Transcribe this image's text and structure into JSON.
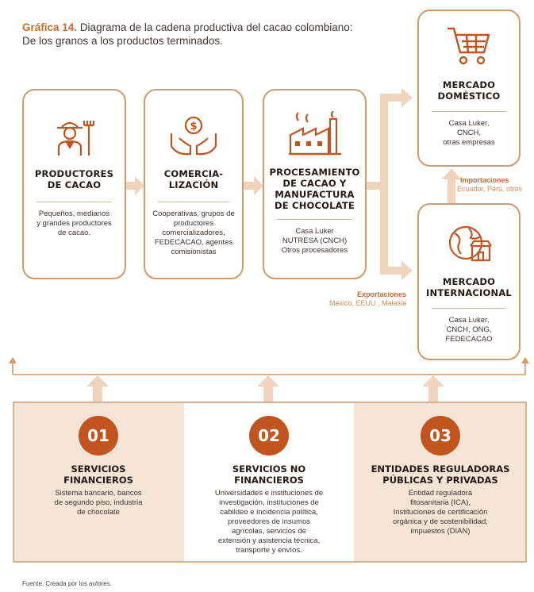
{
  "title": {
    "label": "Gráfica 14.",
    "line1": "Diagrama de la cadena productiva del cacao colombiano:",
    "line2": "De los granos a los productos terminados."
  },
  "colors": {
    "accent": "#c96b2c",
    "border": "#d59866",
    "arrow": "#efd3bd",
    "badge": "#c2551f",
    "band": "#f3e4d6"
  },
  "stages": [
    {
      "icon": "farmer-icon",
      "title": [
        "PRODUCTORES",
        "DE CACAO"
      ],
      "desc": [
        "Pequeños, medianos",
        "y grandes productores",
        "de cacao."
      ]
    },
    {
      "icon": "hands-money-icon",
      "title": [
        "COMERCIA-",
        "LIZACIÓN"
      ],
      "desc": [
        "Cooperativas, grupos de",
        "productores",
        "comercializadores,",
        "FEDECACAO, agentes",
        "comisionistas"
      ]
    },
    {
      "icon": "factory-icon",
      "title": [
        "PROCESAMIENTO",
        "DE CACAO Y",
        "MANUFACTURA",
        "DE CHOCOLATE"
      ],
      "desc": [
        "Casa Luker",
        "NUTRESA (CNCH)",
        "Otros procesadores"
      ]
    }
  ],
  "markets": [
    {
      "icon": "shopping-cart-icon",
      "title": [
        "MERCADO",
        "DOMÉSTICO"
      ],
      "desc": [
        "Casa Luker,",
        "CNCH,",
        "otras empresas"
      ]
    },
    {
      "icon": "globe-store-icon",
      "title": [
        "MERCADO",
        "INTERNACIONAL"
      ],
      "desc": [
        "Casa Luker,",
        "CNCH, ONG,",
        "FEDECACAO"
      ]
    }
  ],
  "imports": {
    "label": "Importaciones",
    "value": "Ecuador, Perú, otros"
  },
  "exports": {
    "label": "Exportaciones",
    "value": "Mexico, EEUU , Malasia"
  },
  "supports": [
    {
      "number": "01",
      "title": [
        "SERVICIOS",
        "FINANCIEROS"
      ],
      "desc": [
        "Sistema bancario, bancos",
        "de segundo piso, industria",
        "de chocolate"
      ]
    },
    {
      "number": "02",
      "title": [
        "SERVICIOS NO",
        "FINANCIEROS"
      ],
      "desc": [
        "Universidades e instituciones de",
        "investigación, instituciones de",
        "cabildeo e incidencia política,",
        "proveedores de insumos",
        "agrícolas, servicios de",
        "extensión y asistencia técnica,",
        "transporte y envíos."
      ]
    },
    {
      "number": "03",
      "title": [
        "ENTIDADES REGULADORAS",
        "PÚBLICAS Y PRIVADAS"
      ],
      "desc": [
        "Entidad reguladora",
        "fitosanitaria (ICA),",
        "Instituciones de certificación",
        "orgánica y de sostenibilidad,",
        "impuestos (DIAN)"
      ]
    }
  ],
  "source": "Fuente: Creada por los autores."
}
